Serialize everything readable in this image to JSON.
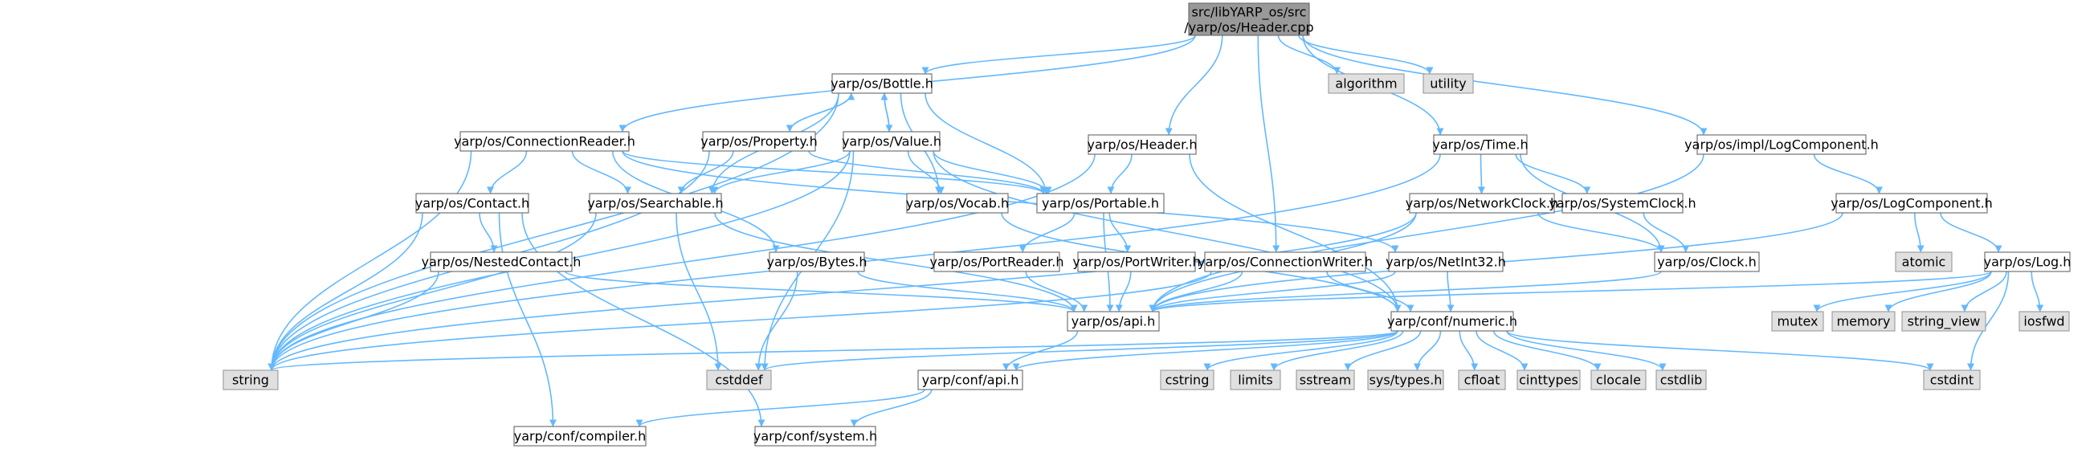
{
  "diagram": {
    "type": "include-dependency-graph",
    "colors": {
      "edge": "#63b8ff",
      "root_fill": "#999999",
      "root_stroke": "#666666",
      "node_fill": "#ffffff",
      "node_stroke": "#666666",
      "system_fill": "#e0e0e0",
      "system_stroke": "#999999"
    },
    "nodes": [
      {
        "id": "root",
        "label": "src/libYARP_os/src",
        "label2": "/yarp/os/Header.cpp",
        "kind": "root"
      },
      {
        "id": "bottle",
        "label": "yarp/os/Bottle.h",
        "kind": "header"
      },
      {
        "id": "algorithm",
        "label": "algorithm",
        "kind": "system"
      },
      {
        "id": "utility",
        "label": "utility",
        "kind": "system"
      },
      {
        "id": "connreader",
        "label": "yarp/os/ConnectionReader.h",
        "kind": "header"
      },
      {
        "id": "property",
        "label": "yarp/os/Property.h",
        "kind": "header"
      },
      {
        "id": "value",
        "label": "yarp/os/Value.h",
        "kind": "header"
      },
      {
        "id": "header",
        "label": "yarp/os/Header.h",
        "kind": "header"
      },
      {
        "id": "time",
        "label": "yarp/os/Time.h",
        "kind": "header"
      },
      {
        "id": "implog",
        "label": "yarp/os/impl/LogComponent.h",
        "kind": "header"
      },
      {
        "id": "contact",
        "label": "yarp/os/Contact.h",
        "kind": "header"
      },
      {
        "id": "searchable",
        "label": "yarp/os/Searchable.h",
        "kind": "header"
      },
      {
        "id": "vocab",
        "label": "yarp/os/Vocab.h",
        "kind": "header"
      },
      {
        "id": "portable",
        "label": "yarp/os/Portable.h",
        "kind": "header"
      },
      {
        "id": "networkclock",
        "label": "yarp/os/NetworkClock.h",
        "kind": "header"
      },
      {
        "id": "systemclock",
        "label": "yarp/os/SystemClock.h",
        "kind": "header"
      },
      {
        "id": "logcomponent",
        "label": "yarp/os/LogComponent.h",
        "kind": "header"
      },
      {
        "id": "nestedcontact",
        "label": "yarp/os/NestedContact.h",
        "kind": "header"
      },
      {
        "id": "bytes",
        "label": "yarp/os/Bytes.h",
        "kind": "header"
      },
      {
        "id": "portreader",
        "label": "yarp/os/PortReader.h",
        "kind": "header"
      },
      {
        "id": "portwriter",
        "label": "yarp/os/PortWriter.h",
        "kind": "header"
      },
      {
        "id": "connwriter",
        "label": "yarp/os/ConnectionWriter.h",
        "kind": "header"
      },
      {
        "id": "netint32",
        "label": "yarp/os/NetInt32.h",
        "kind": "header"
      },
      {
        "id": "clock",
        "label": "yarp/os/Clock.h",
        "kind": "header"
      },
      {
        "id": "atomic",
        "label": "atomic",
        "kind": "system"
      },
      {
        "id": "log",
        "label": "yarp/os/Log.h",
        "kind": "header"
      },
      {
        "id": "osapi",
        "label": "yarp/os/api.h",
        "kind": "header"
      },
      {
        "id": "numeric",
        "label": "yarp/conf/numeric.h",
        "kind": "header"
      },
      {
        "id": "mutex",
        "label": "mutex",
        "kind": "system"
      },
      {
        "id": "memory",
        "label": "memory",
        "kind": "system"
      },
      {
        "id": "string_view",
        "label": "string_view",
        "kind": "system"
      },
      {
        "id": "iosfwd",
        "label": "iosfwd",
        "kind": "system"
      },
      {
        "id": "string",
        "label": "string",
        "kind": "system"
      },
      {
        "id": "cstddef",
        "label": "cstddef",
        "kind": "system"
      },
      {
        "id": "confapi",
        "label": "yarp/conf/api.h",
        "kind": "header"
      },
      {
        "id": "cstring",
        "label": "cstring",
        "kind": "system"
      },
      {
        "id": "limits",
        "label": "limits",
        "kind": "system"
      },
      {
        "id": "sstream",
        "label": "sstream",
        "kind": "system"
      },
      {
        "id": "systypes",
        "label": "sys/types.h",
        "kind": "system"
      },
      {
        "id": "cfloat",
        "label": "cfloat",
        "kind": "system"
      },
      {
        "id": "cinttypes",
        "label": "cinttypes",
        "kind": "system"
      },
      {
        "id": "clocale",
        "label": "clocale",
        "kind": "system"
      },
      {
        "id": "cstdlib",
        "label": "cstdlib",
        "kind": "system"
      },
      {
        "id": "cstdint",
        "label": "cstdint",
        "kind": "system"
      },
      {
        "id": "compiler",
        "label": "yarp/conf/compiler.h",
        "kind": "header"
      },
      {
        "id": "system",
        "label": "yarp/conf/system.h",
        "kind": "header"
      }
    ],
    "edges": [
      [
        "root",
        "bottle"
      ],
      [
        "root",
        "algorithm"
      ],
      [
        "root",
        "utility"
      ],
      [
        "root",
        "connreader"
      ],
      [
        "root",
        "header"
      ],
      [
        "root",
        "time"
      ],
      [
        "root",
        "implog"
      ],
      [
        "root",
        "connwriter"
      ],
      [
        "bottle",
        "property"
      ],
      [
        "bottle",
        "value"
      ],
      [
        "bottle",
        "searchable"
      ],
      [
        "bottle",
        "vocab"
      ],
      [
        "bottle",
        "portable"
      ],
      [
        "bottle",
        "string"
      ],
      [
        "property",
        "bottle"
      ],
      [
        "property",
        "searchable"
      ],
      [
        "property",
        "portable"
      ],
      [
        "property",
        "string"
      ],
      [
        "value",
        "bottle"
      ],
      [
        "value",
        "searchable"
      ],
      [
        "value",
        "vocab"
      ],
      [
        "value",
        "portable"
      ],
      [
        "value",
        "cstddef"
      ],
      [
        "value",
        "numeric"
      ],
      [
        "value",
        "string"
      ],
      [
        "connreader",
        "contact"
      ],
      [
        "connreader",
        "searchable"
      ],
      [
        "connreader",
        "bytes"
      ],
      [
        "connreader",
        "netint32"
      ],
      [
        "connreader",
        "portable"
      ],
      [
        "connreader",
        "string"
      ],
      [
        "header",
        "portable"
      ],
      [
        "header",
        "numeric"
      ],
      [
        "header",
        "string"
      ],
      [
        "time",
        "networkclock"
      ],
      [
        "time",
        "systemclock"
      ],
      [
        "time",
        "clock"
      ],
      [
        "time",
        "string"
      ],
      [
        "implog",
        "logcomponent"
      ],
      [
        "implog",
        "osapi"
      ],
      [
        "contact",
        "nestedcontact"
      ],
      [
        "contact",
        "compiler"
      ],
      [
        "contact",
        "system"
      ],
      [
        "contact",
        "string"
      ],
      [
        "searchable",
        "osapi"
      ],
      [
        "searchable",
        "cstddef"
      ],
      [
        "searchable",
        "string"
      ],
      [
        "vocab",
        "numeric"
      ],
      [
        "portable",
        "portreader"
      ],
      [
        "portable",
        "portwriter"
      ],
      [
        "portable",
        "osapi"
      ],
      [
        "networkclock",
        "clock"
      ],
      [
        "networkclock",
        "osapi"
      ],
      [
        "networkclock",
        "string"
      ],
      [
        "systemclock",
        "clock"
      ],
      [
        "logcomponent",
        "atomic"
      ],
      [
        "logcomponent",
        "log"
      ],
      [
        "logcomponent",
        "osapi"
      ],
      [
        "nestedcontact",
        "osapi"
      ],
      [
        "nestedcontact",
        "string"
      ],
      [
        "bytes",
        "osapi"
      ],
      [
        "bytes",
        "cstddef"
      ],
      [
        "portreader",
        "osapi"
      ],
      [
        "portwriter",
        "osapi"
      ],
      [
        "connwriter",
        "osapi"
      ],
      [
        "connwriter",
        "numeric"
      ],
      [
        "connwriter",
        "string"
      ],
      [
        "netint32",
        "osapi"
      ],
      [
        "netint32",
        "numeric"
      ],
      [
        "clock",
        "osapi"
      ],
      [
        "log",
        "osapi"
      ],
      [
        "log",
        "mutex"
      ],
      [
        "log",
        "memory"
      ],
      [
        "log",
        "string_view"
      ],
      [
        "log",
        "iosfwd"
      ],
      [
        "log",
        "cstdint"
      ],
      [
        "osapi",
        "confapi"
      ],
      [
        "numeric",
        "string"
      ],
      [
        "numeric",
        "cstddef"
      ],
      [
        "numeric",
        "confapi"
      ],
      [
        "numeric",
        "cstring"
      ],
      [
        "numeric",
        "limits"
      ],
      [
        "numeric",
        "sstream"
      ],
      [
        "numeric",
        "systypes"
      ],
      [
        "numeric",
        "cfloat"
      ],
      [
        "numeric",
        "cinttypes"
      ],
      [
        "numeric",
        "clocale"
      ],
      [
        "numeric",
        "cstdlib"
      ],
      [
        "numeric",
        "cstdint"
      ],
      [
        "confapi",
        "compiler"
      ],
      [
        "confapi",
        "system"
      ]
    ]
  }
}
